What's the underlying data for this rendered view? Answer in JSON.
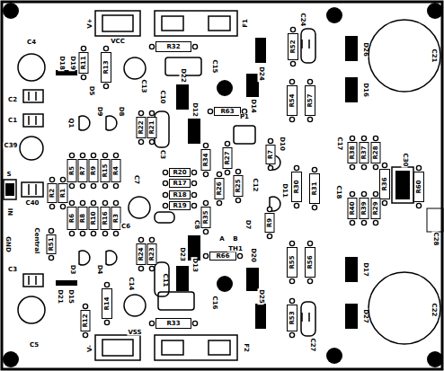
{
  "diagram": {
    "nodes": [
      {
        "text": [
          "R32"
        ]
      },
      {
        "text": [
          "R11"
        ]
      },
      {
        "text": [
          "R13"
        ]
      },
      {
        "text": [
          "R52"
        ]
      },
      {
        "text": [
          "R63"
        ]
      },
      {
        "text": [
          "R54"
        ]
      },
      {
        "text": [
          "R57"
        ]
      },
      {
        "text": [
          "R22"
        ]
      },
      {
        "text": [
          "R21"
        ]
      },
      {
        "text": [
          "R34"
        ]
      },
      {
        "text": [
          "R27"
        ]
      },
      {
        "text": [
          "R7"
        ]
      },
      {
        "text": [
          "R38"
        ]
      },
      {
        "text": [
          "R37"
        ]
      },
      {
        "text": [
          "R28"
        ]
      },
      {
        "text": [
          "R5"
        ]
      },
      {
        "text": [
          "R7"
        ]
      },
      {
        "text": [
          "R9"
        ]
      },
      {
        "text": [
          "R15"
        ]
      },
      {
        "text": [
          "R4"
        ]
      },
      {
        "text": [
          "R20"
        ]
      },
      {
        "text": [
          "R17"
        ]
      },
      {
        "text": [
          "R18"
        ]
      },
      {
        "text": [
          "R19"
        ]
      },
      {
        "text": [
          "R26"
        ]
      },
      {
        "text": [
          "R25"
        ]
      },
      {
        "text": [
          "R30"
        ]
      },
      {
        "text": [
          "R31"
        ]
      },
      {
        "text": [
          "R36"
        ]
      },
      {
        "text": [
          "R60"
        ]
      },
      {
        "text": [
          "R2"
        ]
      },
      {
        "text": [
          "R1"
        ]
      },
      {
        "text": [
          "R40"
        ]
      },
      {
        "text": [
          "R39"
        ]
      },
      {
        "text": [
          "R29"
        ]
      },
      {
        "text": [
          "R9"
        ]
      },
      {
        "text": [
          "R35"
        ]
      },
      {
        "text": [
          "R6"
        ]
      },
      {
        "text": [
          "R8"
        ]
      },
      {
        "text": [
          "R10"
        ]
      },
      {
        "text": [
          "R16"
        ]
      },
      {
        "text": [
          "R3"
        ]
      },
      {
        "text": [
          "R51"
        ]
      },
      {
        "text": [
          "R24"
        ]
      },
      {
        "text": [
          "R23"
        ]
      },
      {
        "text": [
          "R66"
        ]
      },
      {
        "text": [
          "R55"
        ]
      },
      {
        "text": [
          "R56"
        ]
      },
      {
        "text": [
          "R14"
        ]
      },
      {
        "text": [
          "R12"
        ]
      },
      {
        "text": [
          "R53"
        ]
      },
      {
        "text": [
          "R33"
        ]
      }
    ],
    "labels": [
      "V+",
      "VCC",
      "F1",
      "C4",
      "D18",
      "D19",
      "C2",
      "C1",
      "D5",
      "C13",
      "C10",
      "D22",
      "C15",
      "C24",
      "D24",
      "D26",
      "C21",
      "D14",
      "D16",
      "Q1",
      "D9",
      "D8",
      "D12",
      "C39",
      "P1",
      "D10",
      "C17",
      "C3",
      "C30",
      "C7",
      "S",
      "C12",
      "D11",
      "C18",
      "C40",
      "IN",
      "C28",
      "C6",
      "C8",
      "D7",
      "A",
      "B",
      "GND",
      "Central",
      "TH1",
      "D13",
      "D3",
      "D4",
      "D17",
      "C3",
      "D21",
      "D15",
      "D23",
      "C14",
      "C11",
      "D20",
      "C16",
      "C22",
      "D27",
      "D25",
      "VSS",
      "C5",
      "C27",
      "V-",
      "F2"
    ]
  }
}
